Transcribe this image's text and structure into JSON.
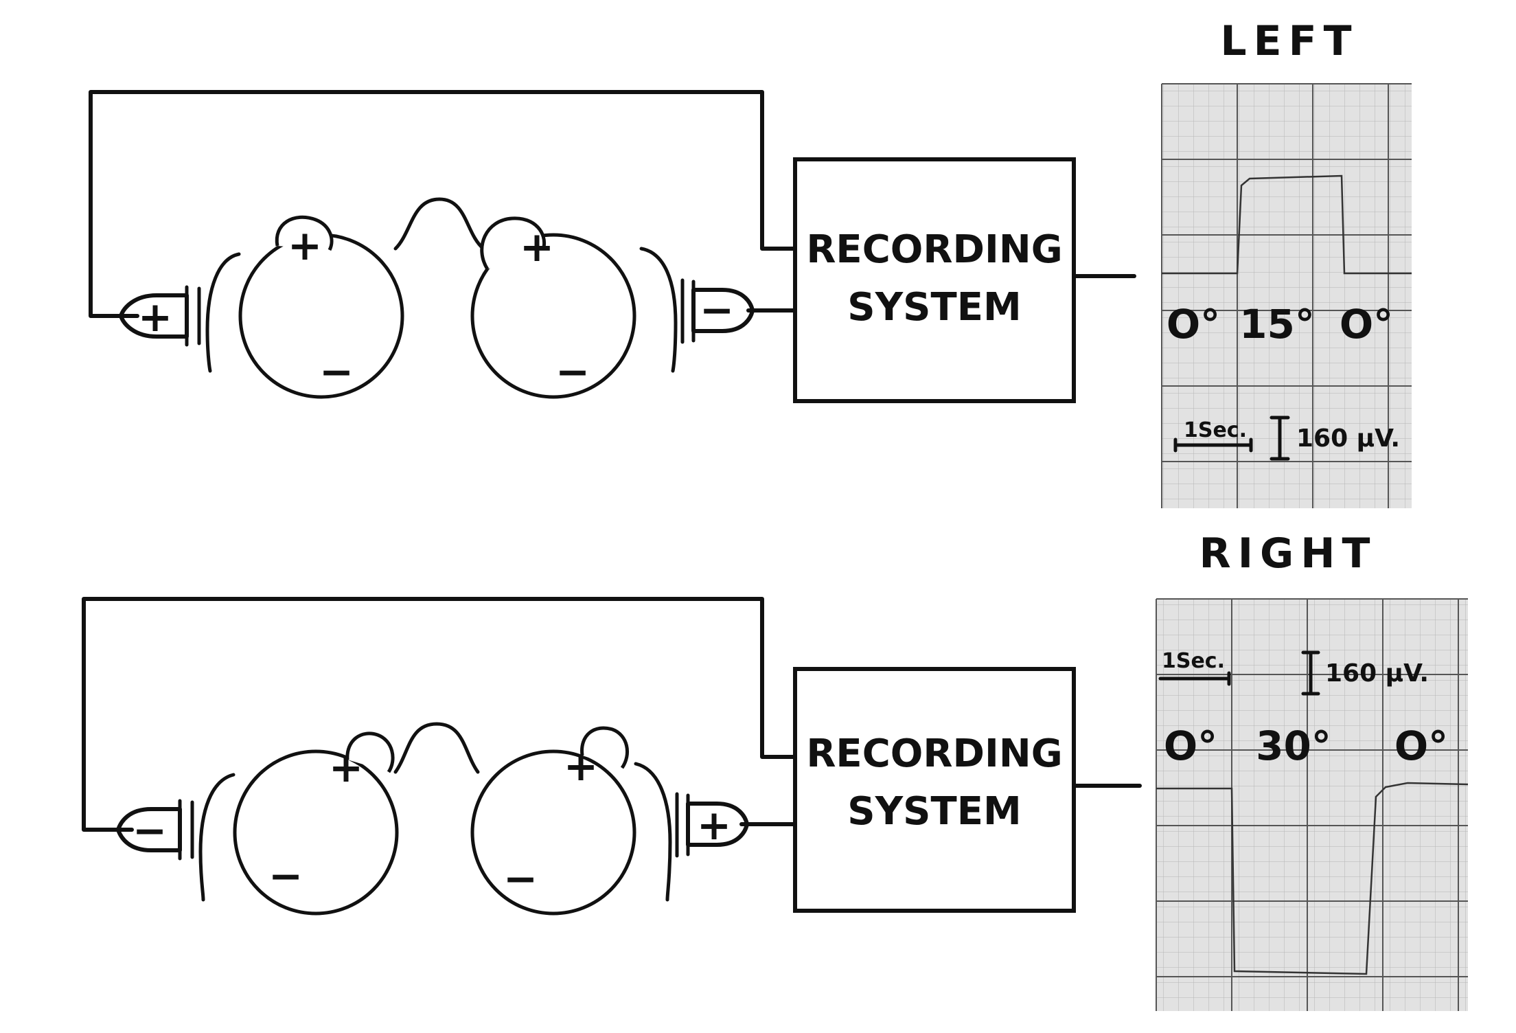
{
  "top_panel": {
    "electrode_left_sign": "+",
    "electrode_right_sign": "−",
    "eye_left": {
      "front_sign": "+",
      "back_sign": "−"
    },
    "eye_right": {
      "front_sign": "+",
      "back_sign": "−"
    },
    "recording_box": {
      "line1": "RECORDING",
      "line2": "SYSTEM"
    },
    "chart": {
      "title": "LEFT",
      "angle_start": "O°",
      "angle_mid": "15°",
      "angle_end": "O°",
      "time_scale": "1Sec.",
      "amp_scale": "160 μV."
    }
  },
  "bottom_panel": {
    "electrode_left_sign": "−",
    "electrode_right_sign": "+",
    "eye_left": {
      "front_sign": "+",
      "back_sign": "−"
    },
    "eye_right": {
      "front_sign": "+",
      "back_sign": "−"
    },
    "recording_box": {
      "line1": "RECORDING",
      "line2": "SYSTEM"
    },
    "chart": {
      "title": "RIGHT",
      "angle_start": "O°",
      "angle_mid": "30°",
      "angle_end": "O°",
      "time_scale": "1Sec.",
      "amp_scale": "160 μV."
    }
  }
}
